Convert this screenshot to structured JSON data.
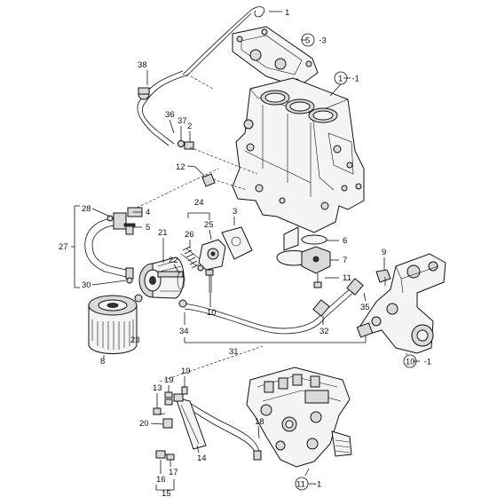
{
  "callouts": {
    "c1": "1",
    "c5_3": "5 -3",
    "c1_1": "1 -1",
    "c38": "38",
    "c36": "36",
    "c37": "37",
    "c2": "2",
    "c12": "12",
    "c28": "28",
    "c4": "4",
    "c5": "5",
    "c27": "27",
    "c24": "24",
    "c3": "3",
    "c21": "21",
    "c26": "26",
    "c25": "25",
    "c22": "22",
    "c6": "6",
    "c7": "7",
    "c9": "9",
    "c11": "11",
    "c30": "30",
    "c10": "10",
    "c35": "35",
    "c34": "34",
    "c32": "32",
    "c8": "8",
    "c23": "23",
    "c31": "31",
    "c10_1": "10 -1",
    "c19a": "19",
    "c19b": "19",
    "c13": "13",
    "c18": "18",
    "c20": "20",
    "c14": "14",
    "c16": "16",
    "c17": "17",
    "c15": "15",
    "c11_1": "11 -1"
  }
}
